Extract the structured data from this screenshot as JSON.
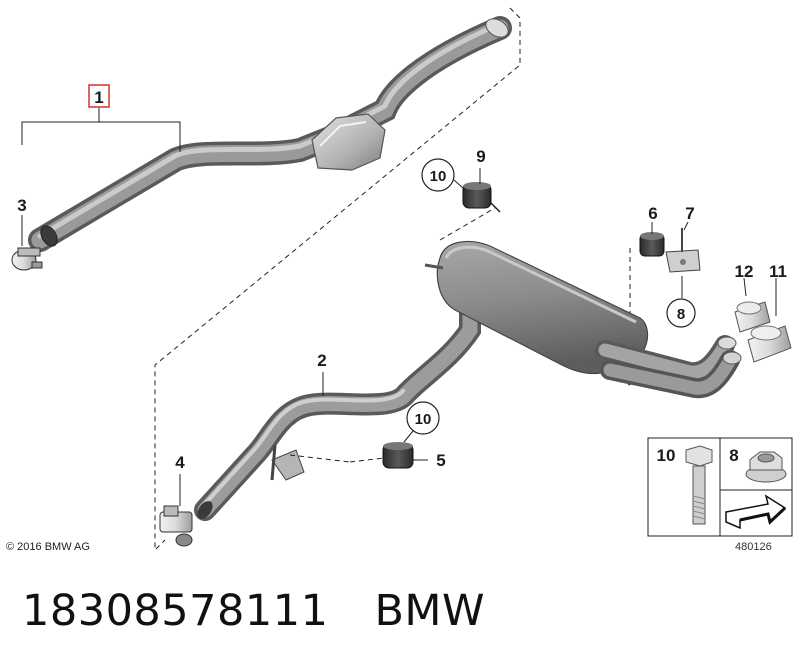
{
  "diagram": {
    "callouts": {
      "front_pipe": "1",
      "rear_pipe": "2",
      "clamp_front": "3",
      "clamp_rear": "4",
      "rubber_mount_lower": "5",
      "rubber_mount_right": "6",
      "bracket": "7",
      "nut_circled": "8",
      "rubber_mount_upper": "9",
      "bolt_circled_upper": "10",
      "bolt_circled_lower": "10",
      "tailpipe_trim_outer": "11",
      "tailpipe_trim_inner": "12"
    },
    "legend": {
      "bolt_label": "10",
      "nut_label": "8"
    },
    "copyright": "© 2016 BMW AG",
    "image_id": "480126"
  },
  "footer": {
    "part_number": "18308578111",
    "brand": "BMW"
  },
  "colors": {
    "pipe_fill": "#8a8a8a",
    "pipe_dark": "#5e5e5e",
    "pipe_light": "#b9b9b9",
    "callout_box": "#d0302f",
    "line": "#222222"
  }
}
